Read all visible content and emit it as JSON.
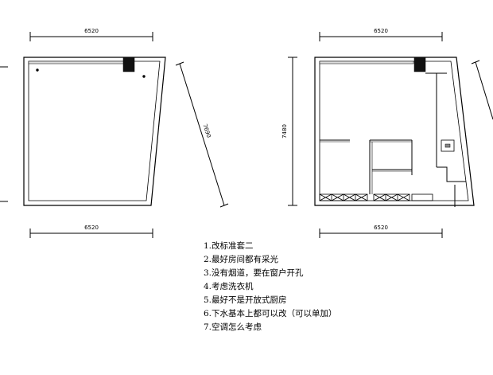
{
  "left_plan": {
    "top_dimension": "6520",
    "bottom_dimension": "6520",
    "diagonal_dimension": "7690"
  },
  "right_plan": {
    "top_dimension": "6520",
    "bottom_dimension": "6520",
    "left_dimension": "7480"
  },
  "notes": [
    "1.改标准套二",
    "2.最好房间都有采光",
    "3.没有烟道，要在窗户开孔",
    "4.考虑洗衣机",
    "5.最好不是开放式厨房",
    "6.下水基本上都可以改（可以单加）",
    "7.空调怎么考虑"
  ]
}
